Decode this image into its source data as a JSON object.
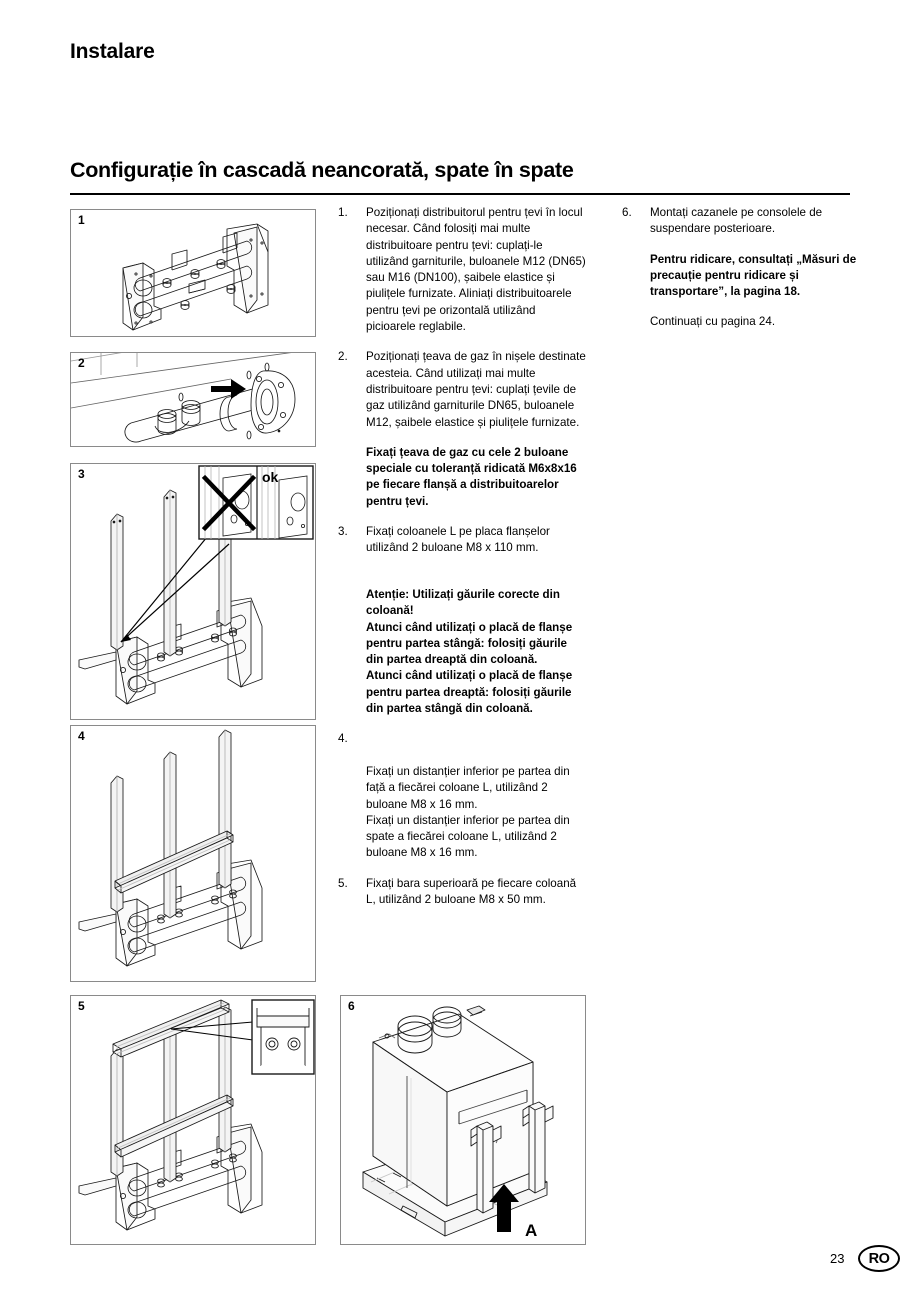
{
  "document": {
    "chapter_title": "Instalare",
    "section_title": "Configurație în cascadă neancorată, spate în spate",
    "page_number": "23",
    "language_badge": "RO"
  },
  "figures": [
    {
      "number": "1",
      "caption_label": "pipe-distributor-manifold"
    },
    {
      "number": "2",
      "caption_label": "gas-pipe-fittings-detail",
      "arrow": "black-arrow"
    },
    {
      "number": "3",
      "caption_label": "l-columns-on-flange-plate",
      "inset_wrong": "",
      "inset_ok": "ok"
    },
    {
      "number": "4",
      "caption_label": "lower-spacer-bar-mounted"
    },
    {
      "number": "5",
      "caption_label": "upper-bar-mounted-with-bolt-detail"
    },
    {
      "number": "6",
      "caption_label": "boiler-on-rear-brackets",
      "arrow_label": "A"
    }
  ],
  "left_column": [
    {
      "type": "step",
      "num": "1.",
      "text": "Poziționați distribuitorul pentru țevi în locul necesar. Când folosiți mai multe distribuitoare pentru țevi: cuplați-le utilizând garniturile, buloanele M12 (DN65) sau M16 (DN100), șaibele elastice și piulițele furnizate. Aliniați distribuitoarele pentru țevi pe orizontală utilizând picioarele reglabile."
    },
    {
      "type": "step",
      "num": "2.",
      "text": "Poziționați țeava de gaz în nișele destinate acesteia. Când utilizați mai multe distribuitoare pentru țevi: cuplați țevile de gaz utilizând garniturile DN65, buloanele M12, șaibele elastice și piulițele furnizate."
    },
    {
      "type": "note",
      "text": "Fixați țeava de gaz cu cele 2 buloane speciale cu toleranță ridicată M6x8x16 pe fiecare flanșă a distribuitoarelor pentru țevi."
    },
    {
      "type": "step",
      "num": "3.",
      "text": "Fixați coloanele L pe placa flanșelor utilizând 2 buloane M8 x 110 mm."
    },
    {
      "type": "note",
      "text": "Atenție: Utilizați găurile corecte din coloană!\nAtunci când utilizați o placă de flanșe pentru partea stângă: folosiți găurile din partea dreaptă din coloană.\nAtunci când utilizați o placă de flanșe pentru partea dreaptă: folosiți găurile din partea stângă din coloană."
    },
    {
      "type": "step",
      "num": "4.",
      "text": "Fixați un distanțier inferior pe partea din față a fiecărei coloane L, utilizând 2 buloane M8 x 16 mm.\nFixați un distanțier inferior pe partea din spate a fiecărei coloane L, utilizând 2 buloane M8 x 16 mm."
    },
    {
      "type": "step",
      "num": "5.",
      "text": "Fixați bara superioară pe fiecare coloană L, utilizând 2 buloane M8 x 50 mm."
    }
  ],
  "right_column": [
    {
      "type": "step",
      "num": "6.",
      "text": "Montați cazanele pe consolele de suspendare posterioare."
    },
    {
      "type": "note",
      "text": "Pentru ridicare, consultați „Măsuri de precauție pentru ridicare și transportare”, la pagina 18."
    },
    {
      "type": "para",
      "text": "Continuați cu pagina 24."
    }
  ]
}
